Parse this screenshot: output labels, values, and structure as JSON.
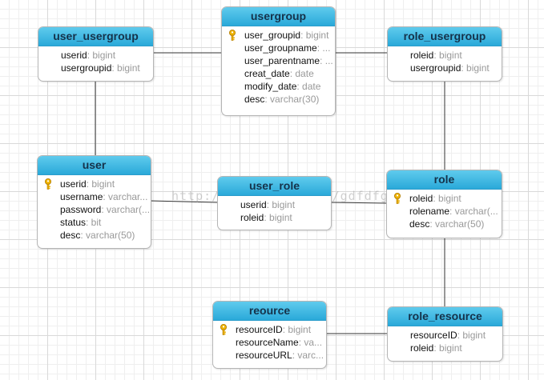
{
  "watermark": "http://blog.csdn.net/gdfdfg",
  "colors": {
    "header_top": "#5fcbed",
    "header_bottom": "#2aa9d9",
    "key": "#f0b400",
    "line": "#333333"
  },
  "entities": {
    "user_usergroup": {
      "title": "user_usergroup",
      "fields": [
        {
          "name": "userid",
          "type": ": bigint",
          "pk": false
        },
        {
          "name": "usergroupid",
          "type": ": bigint",
          "pk": false
        }
      ]
    },
    "usergroup": {
      "title": "usergroup",
      "fields": [
        {
          "name": "user_groupid",
          "type": ": bigint",
          "pk": true
        },
        {
          "name": "user_groupname",
          "type": ": ...",
          "pk": false
        },
        {
          "name": "user_parentname",
          "type": ": ...",
          "pk": false
        },
        {
          "name": "creat_date",
          "type": ": date",
          "pk": false
        },
        {
          "name": "modify_date",
          "type": ": date",
          "pk": false
        },
        {
          "name": "desc",
          "type": ": varchar(30)",
          "pk": false
        }
      ]
    },
    "role_usergroup": {
      "title": "role_usergroup",
      "fields": [
        {
          "name": "roleid",
          "type": ": bigint",
          "pk": false
        },
        {
          "name": "usergroupid",
          "type": ": bigint",
          "pk": false
        }
      ]
    },
    "user": {
      "title": "user",
      "fields": [
        {
          "name": "userid",
          "type": ": bigint",
          "pk": true
        },
        {
          "name": "username",
          "type": ": varchar...",
          "pk": false
        },
        {
          "name": "password",
          "type": ": varchar(...",
          "pk": false
        },
        {
          "name": "status",
          "type": ": bit",
          "pk": false
        },
        {
          "name": "desc",
          "type": ": varchar(50)",
          "pk": false
        }
      ]
    },
    "user_role": {
      "title": "user_role",
      "fields": [
        {
          "name": "userid",
          "type": ": bigint",
          "pk": false
        },
        {
          "name": "roleid",
          "type": ": bigint",
          "pk": false
        }
      ]
    },
    "role": {
      "title": "role",
      "fields": [
        {
          "name": "roleid",
          "type": ": bigint",
          "pk": true
        },
        {
          "name": "rolename",
          "type": ": varchar(...",
          "pk": false
        },
        {
          "name": "desc",
          "type": ": varchar(50)",
          "pk": false
        }
      ]
    },
    "reource": {
      "title": "reource",
      "fields": [
        {
          "name": "resourceID",
          "type": ": bigint",
          "pk": true
        },
        {
          "name": "resourceName",
          "type": ": va...",
          "pk": false
        },
        {
          "name": "resourceURL",
          "type": ": varc...",
          "pk": false
        }
      ]
    },
    "role_resource": {
      "title": "role_resource",
      "fields": [
        {
          "name": "resourceID",
          "type": ": bigint",
          "pk": false
        },
        {
          "name": "roleid",
          "type": ": bigint",
          "pk": false
        }
      ]
    }
  }
}
